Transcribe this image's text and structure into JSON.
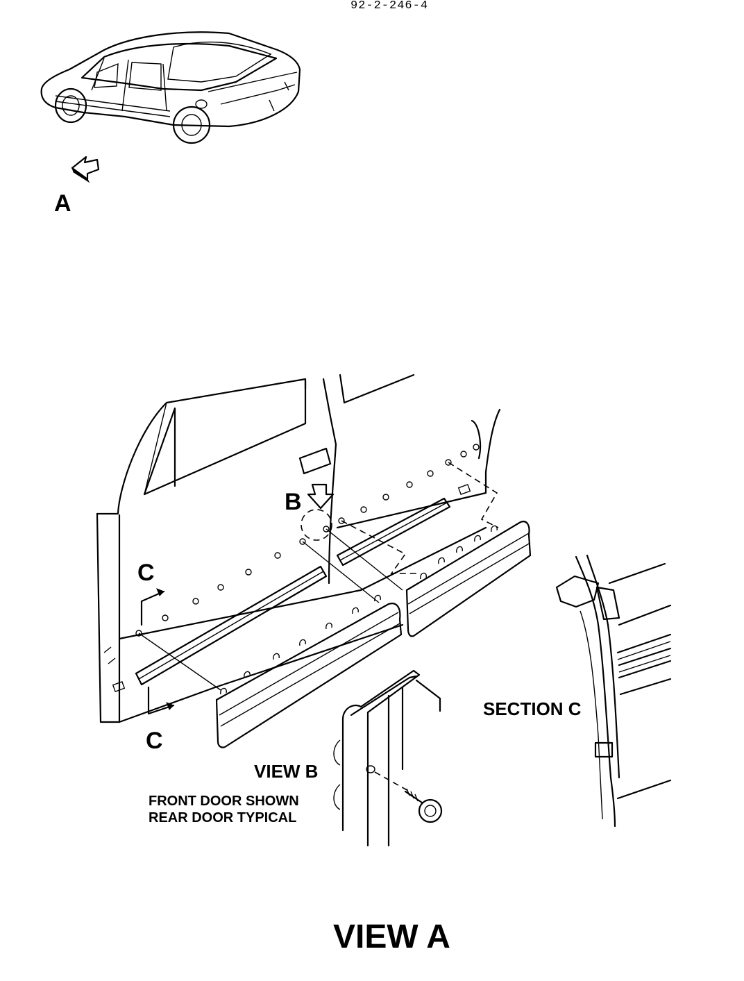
{
  "document_id": "92-2-246-4",
  "labels": {
    "view_a_pointer": "A",
    "view_b_pointer": "B",
    "section_c_upper": "C",
    "section_c_lower": "C",
    "section_c_title": "SECTION C",
    "view_b_title": "VIEW B",
    "note_line_1": "FRONT DOOR SHOWN",
    "note_line_2": "REAR DOOR TYPICAL",
    "view_a_title": "VIEW A"
  }
}
